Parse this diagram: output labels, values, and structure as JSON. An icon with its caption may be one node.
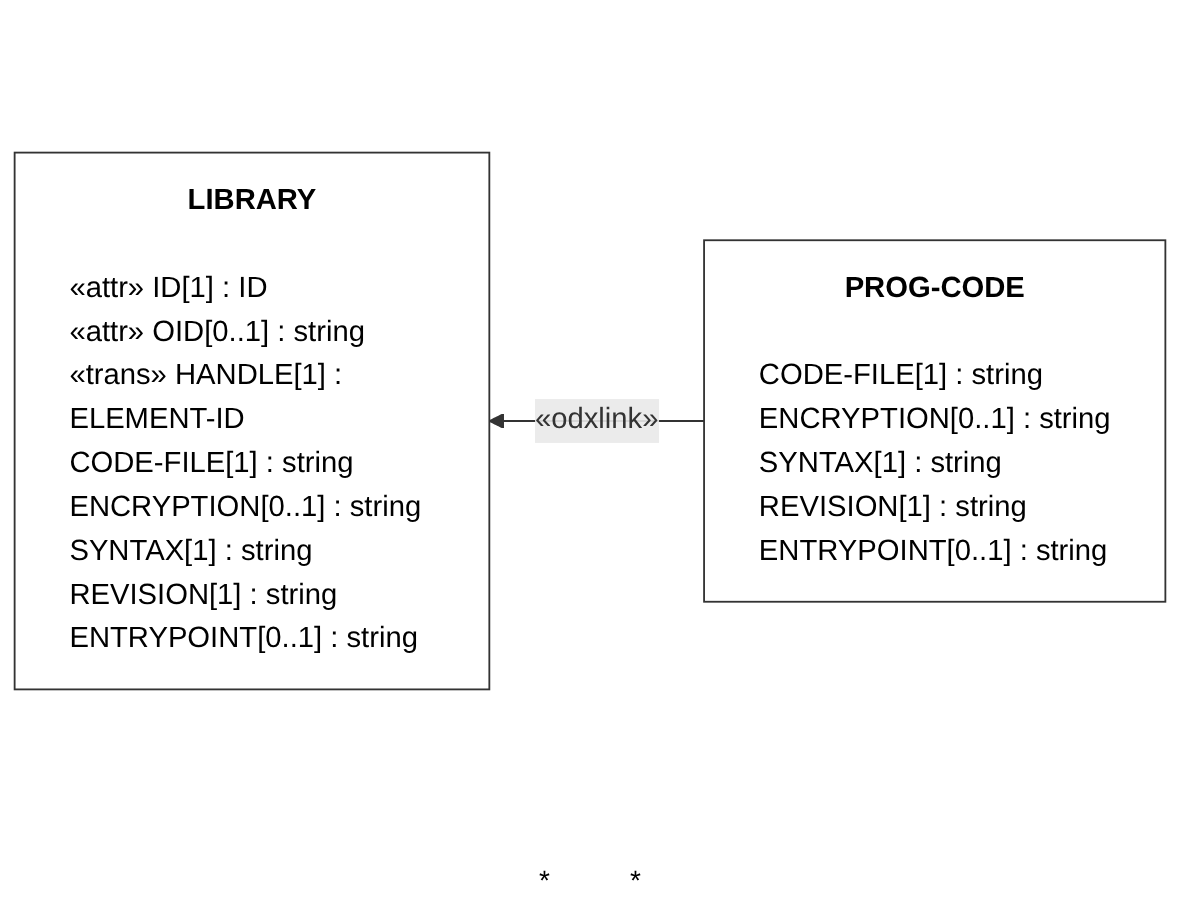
{
  "diagram": {
    "nodes": [
      {
        "text": [
          "PROG-CODE",
          "CODE-FILE[1] : string",
          "ENCRYPTION[0..1] : string",
          "SYNTAX[1] : string",
          "REVISION[1] : string",
          "ENTRYPOINT[0..1] : string"
        ]
      },
      {
        "text": [
          "LIBRARY",
          "«attr» ID[1] : ID",
          "«attr» OID[0..1] : string",
          "«trans» HANDLE[1] : ELEMENT-ID",
          "CODE-FILE[1] : string",
          "ENCRYPTION[0..1] : string",
          "SYNTAX[1] : string",
          "REVISION[1] : string",
          "ENTRYPOINT[0..1] : string"
        ]
      }
    ],
    "edges": [
      {
        "from": 0,
        "to": 1,
        "arrow": "to",
        "label": "«odxlink»"
      }
    ],
    "labels": [
      "*",
      "*"
    ]
  }
}
